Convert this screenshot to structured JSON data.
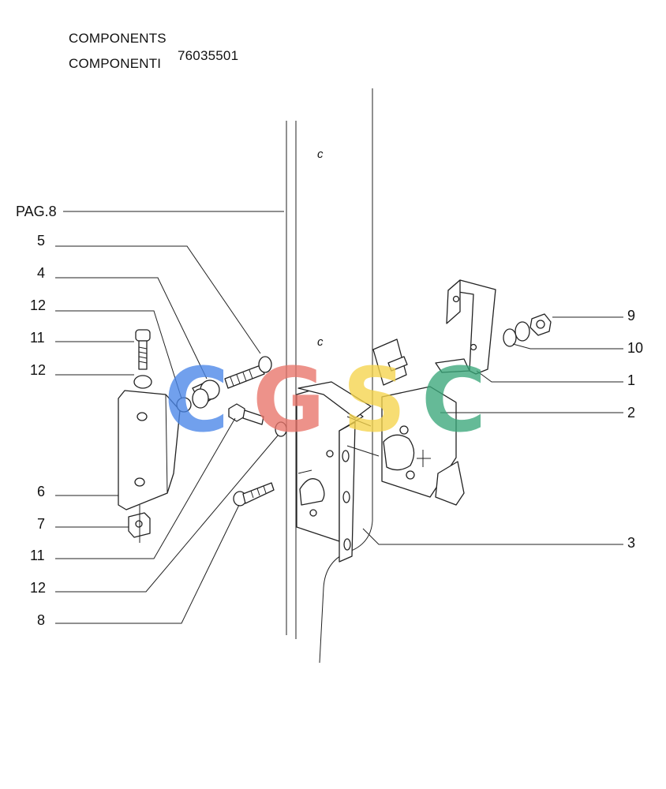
{
  "header": {
    "line1": "COMPONENTS",
    "line2": "COMPONENTI",
    "code": "76035501"
  },
  "page_ref": "PAG.8",
  "marks": {
    "small_c": "c"
  },
  "callouts_left": [
    "5",
    "4",
    "12",
    "11",
    "12",
    "6",
    "7",
    "11",
    "12",
    "8"
  ],
  "callouts_right": [
    "9",
    "10",
    "1",
    "2",
    "3"
  ],
  "watermark": {
    "letters": [
      "C",
      "G",
      "S",
      "C"
    ],
    "colors": [
      "#4a86e8",
      "#e8746a",
      "#f6d44c",
      "#3aa77a"
    ]
  }
}
